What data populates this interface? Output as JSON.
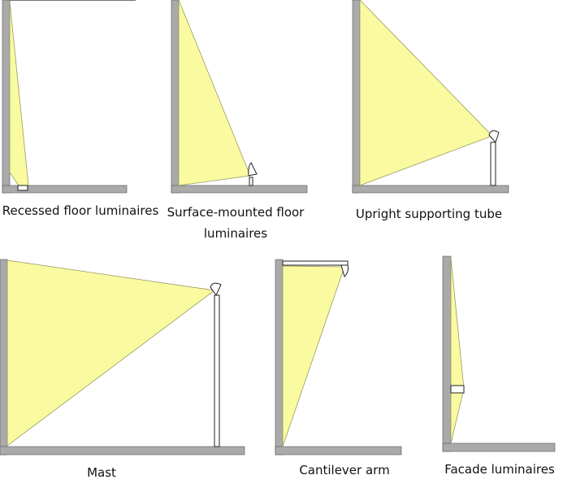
{
  "colors": {
    "wall": "#aaaaaa",
    "wall_edge": "#555555",
    "beam_fill": "#fafaa0",
    "beam_edge": "#9a9a66",
    "fixture_fill": "#ffffff",
    "fixture_edge": "#222222"
  },
  "captions": {
    "recessed": "Recessed floor luminaires",
    "surface_line1": "Surface-mounted floor",
    "surface_line2": "luminaires",
    "upright": "Upright supporting tube",
    "mast": "Mast",
    "cantilever": "Cantilever arm",
    "facade": "Facade luminaires"
  }
}
